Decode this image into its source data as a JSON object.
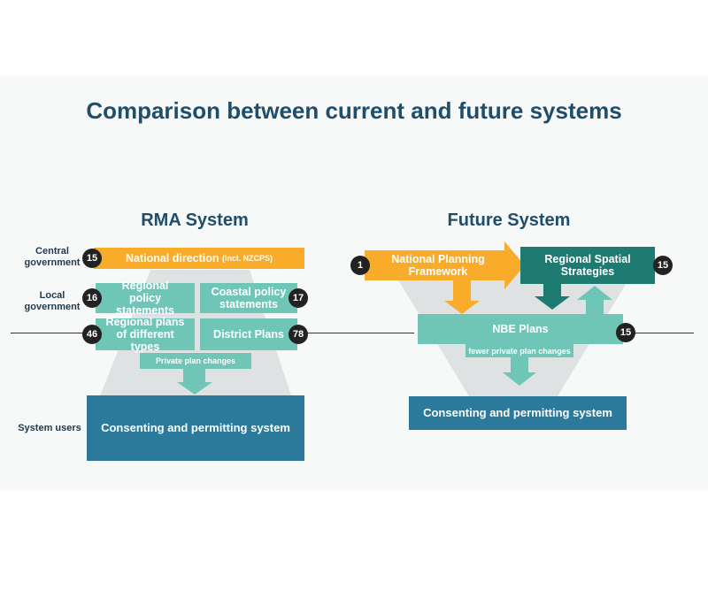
{
  "title": "Comparison between current and future systems",
  "rma": {
    "title": "RMA System",
    "labels": {
      "central": "Central government",
      "local": "Local government",
      "users": "System users"
    },
    "national_direction": "National direction",
    "national_direction_note": "(incl. NZCPS)",
    "national_direction_count": "15",
    "regional_policy": "Regional policy statements",
    "regional_policy_count": "16",
    "coastal_policy": "Coastal policy statements",
    "coastal_policy_count": "17",
    "regional_plans": "Regional plans of different types",
    "regional_plans_count": "46",
    "district_plans": "District Plans",
    "district_plans_count": "78",
    "private_changes": "Private plan changes",
    "consenting": "Consenting and permitting system"
  },
  "future": {
    "title": "Future System",
    "npf": "National Planning Framework",
    "npf_count": "1",
    "rss": "Regional Spatial Strategies",
    "rss_count": "15",
    "nbe": "NBE Plans",
    "nbe_count": "15",
    "private_changes": "fewer private plan changes",
    "consenting": "Consenting and permitting system"
  },
  "colors": {
    "orange": "#f8ac2a",
    "teal": "#6fc6b7",
    "dark_teal": "#1e7b72",
    "blue": "#2c7a9b",
    "title": "#1f4e6b",
    "funnel_grey": "#dfe2e3"
  }
}
